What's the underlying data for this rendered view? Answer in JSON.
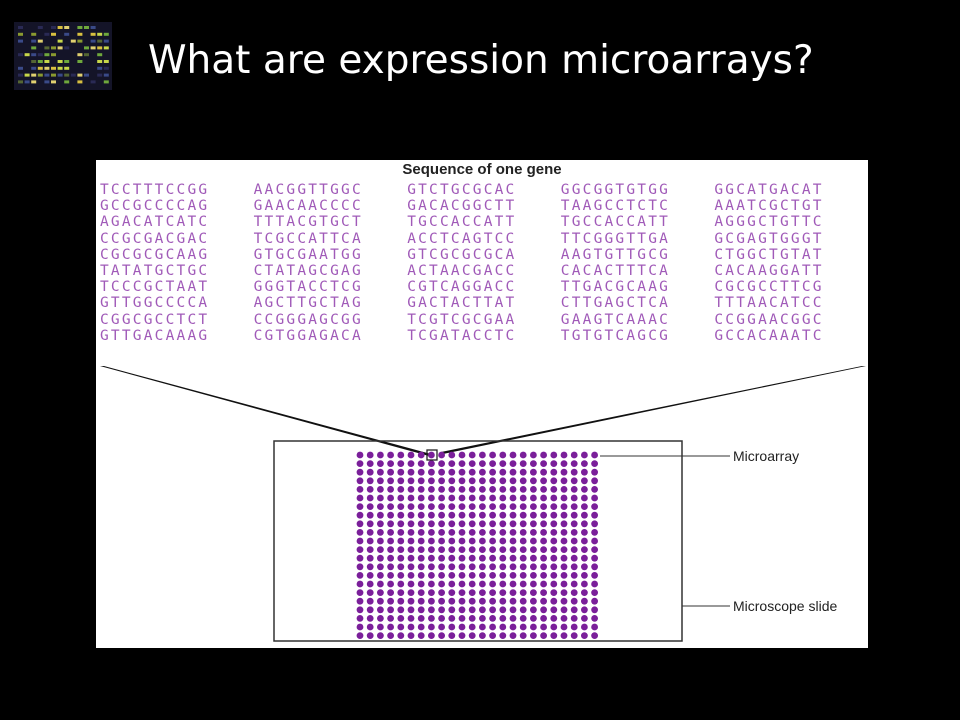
{
  "slide_title": "What are expression microarrays?",
  "figure": {
    "title": "Sequence of one gene",
    "sequence_rows": [
      [
        "TCCTTTCCGG",
        "AACGGTTGGC",
        "GTCTGCGCAC",
        "GGCGGTGTGG",
        "GGCATGACAT"
      ],
      [
        "GCCGCCCCAG",
        "GAACAACCCC",
        "GACACGGCTT",
        "TAAGCCTCTC",
        "AAATCGCTGT"
      ],
      [
        "AGACATCATC",
        "TTTACGTGCT",
        "TGCCACCATT",
        "TGCCACCATT",
        "AGGGCTGTTC"
      ],
      [
        "CCGCGACGAC",
        "TCGCCATTCA",
        "ACCTCAGTCC",
        "TTCGGGTTGA",
        "GCGAGTGGGT"
      ],
      [
        "CGCGCGCAAG",
        "GTGCGAATGG",
        "GTCGCGCGCA",
        "AAGTGTTGCG",
        "CTGGCTGTAT"
      ],
      [
        "TATATGCTGC",
        "CTATAGCGAG",
        "ACTAACGACC",
        "CACACTTTCA",
        "CACAAGGATT"
      ],
      [
        "TCCCGCTAAT",
        "GGGTACCTCG",
        "CGTCAGGACC",
        "TTGACGCAAG",
        "CGCGCCTTCG"
      ],
      [
        "GTTGGCCCCA",
        "AGCTTGCTAG",
        "GACTACTTAT",
        "CTTGAGCTCA",
        "TTTAACATCC"
      ],
      [
        "CGGCGCCTCT",
        "CCGGGAGCGG",
        "TCGTCGCGAA",
        "GAAGTCAAAC",
        "CCGGAACGGC"
      ],
      [
        "GTTGACAAAG",
        "CGTGGAGACA",
        "TCGATACCTC",
        "TGTGTCAGCG",
        "GCCACAAATC"
      ]
    ],
    "callouts": {
      "microarray": "Microarray",
      "microscope_slide": "Microscope slide"
    },
    "array_rows": 22,
    "array_cols": 24,
    "colors": {
      "sequence_text": "#a05ab8",
      "spot": "#7a1f9a",
      "outline": "#333333"
    }
  }
}
